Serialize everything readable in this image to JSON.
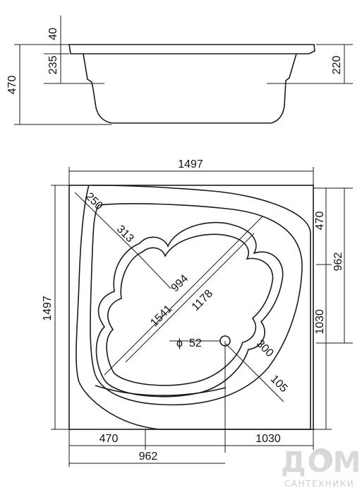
{
  "side_view": {
    "dims": {
      "rim_thickness": "40",
      "rim_to_step": "235",
      "total_height": "470",
      "inner_depth": "220"
    }
  },
  "plan_view": {
    "dims": {
      "width": "1497",
      "height": "1497",
      "corner_offset": "250",
      "inner_offset": "313",
      "inner_diagonal": "994",
      "outer_diagonal": "1541",
      "bowl_diagonal": "1178",
      "drain_symbol": "ϕ",
      "drain_diameter": "52",
      "drain_offset": "300",
      "drain_edge": "105",
      "right_top": "470",
      "right_mid": "962",
      "right_long": "1030",
      "bottom_left": "470",
      "bottom_right": "1030",
      "bottom_mid": "962"
    }
  },
  "watermark": {
    "brand": "ДОМ",
    "subtitle": "САНТЕХНИКИ"
  }
}
